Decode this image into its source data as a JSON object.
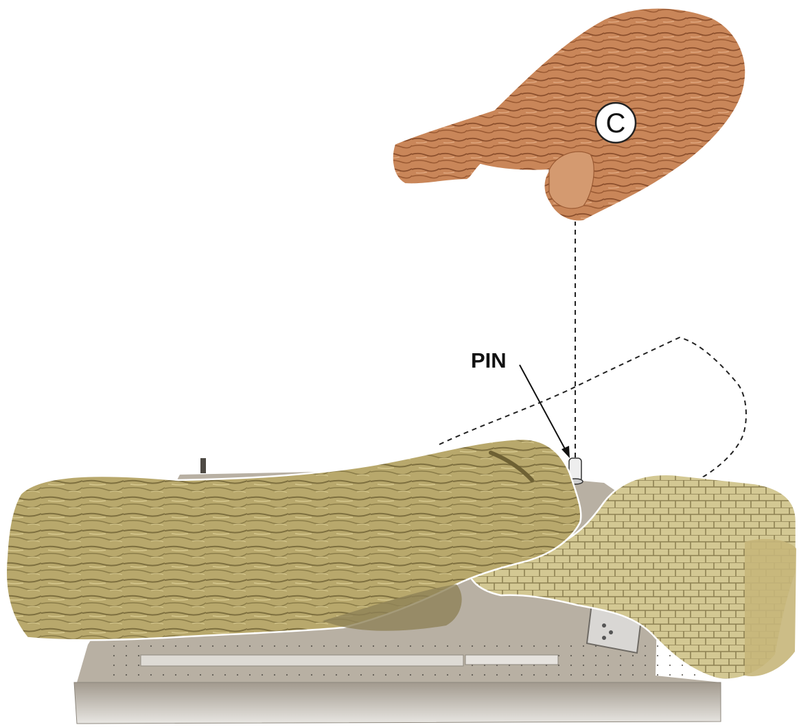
{
  "diagram": {
    "labels": {
      "part_letter": "C",
      "pin_label": "PIN"
    },
    "parts": [
      {
        "name": "log-c",
        "color": "#c9835a"
      },
      {
        "name": "front-log",
        "color": "#b5a56a"
      },
      {
        "name": "right-log",
        "color": "#c9bf86"
      },
      {
        "name": "burner-pan",
        "color": "#b9b3a8"
      }
    ]
  }
}
